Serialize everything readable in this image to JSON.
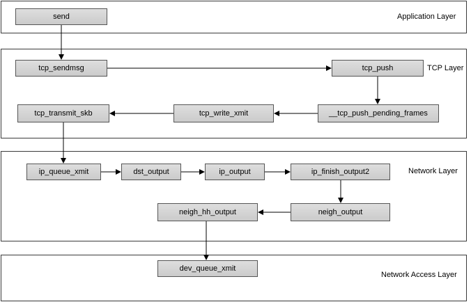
{
  "layers": {
    "application": "Application Layer",
    "tcp": "TCP Layer",
    "network": "Network Layer",
    "network_access": "Network Access Layer"
  },
  "functions": {
    "send": "send",
    "tcp_sendmsg": "tcp_sendmsg",
    "tcp_push": "tcp_push",
    "tcp_push_pending_frames": "__tcp_push_pending_frames",
    "tcp_write_xmit": "tcp_write_xmit",
    "tcp_transmit_skb": "tcp_transmit_skb",
    "ip_queue_xmit": "ip_queue_xmit",
    "dst_output": "dst_output",
    "ip_output": "ip_output",
    "ip_finish_output2": "ip_finish_output2",
    "neigh_output": "neigh_output",
    "neigh_hh_output": "neigh_hh_output",
    "dev_queue_xmit": "dev_queue_xmit"
  },
  "colors": {
    "box_fill": "#d3d3d3",
    "border": "#3a3a3a",
    "arrow": "#000000"
  }
}
